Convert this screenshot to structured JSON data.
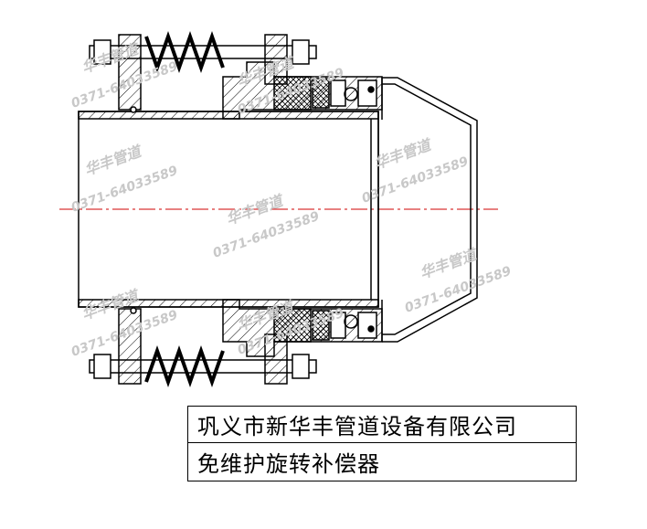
{
  "title_block": {
    "company": "巩义市新华丰管道设备有限公司",
    "product": "免维护旋转补偿器"
  },
  "watermarks": [
    {
      "brand": "华丰管道",
      "phone": "0371-64033589"
    },
    {
      "brand": "华丰管道",
      "phone": "0371-64033589"
    },
    {
      "brand": "华丰管道",
      "phone": "0371-64033589"
    },
    {
      "brand": "华丰管道",
      "phone": "0371-64033589"
    },
    {
      "brand": "华丰管道",
      "phone": "0371-64033589"
    },
    {
      "brand": "华丰管道",
      "phone": "0371-64033589"
    },
    {
      "brand": "华丰管道",
      "phone": "0371-64033589"
    },
    {
      "brand": "华丰管道",
      "phone": "0371-64033589"
    }
  ],
  "colors": {
    "line": "#000000",
    "centerline": "#d00000",
    "watermark": "#c8c8c8"
  }
}
